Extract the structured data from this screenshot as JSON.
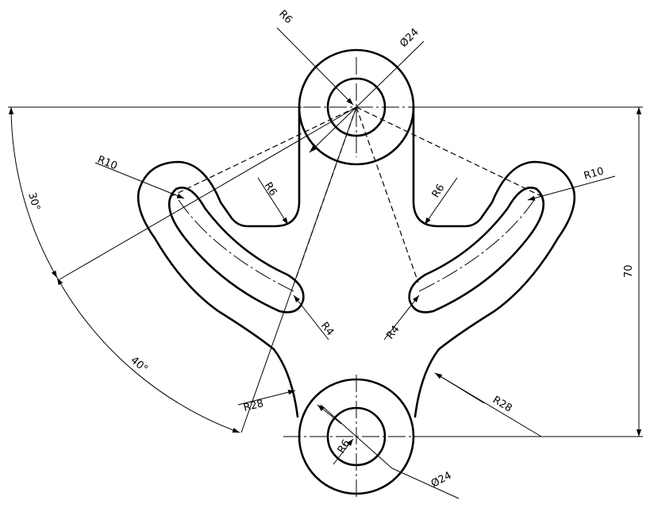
{
  "dimensions": {
    "top_fillet": "R6",
    "top_bore": "Ø24",
    "left_arm_outer": "R10",
    "right_arm_outer": "R10",
    "left_inner_fillet": "R6",
    "right_inner_fillet": "R6",
    "left_slot_end": "R4",
    "right_slot_end": "R4",
    "left_blend": "R28",
    "right_blend": "R28",
    "bottom_fillet": "R6",
    "bottom_bore": "Ø24",
    "overall_height": "70",
    "angle_upper": "30°",
    "angle_lower": "40°"
  }
}
